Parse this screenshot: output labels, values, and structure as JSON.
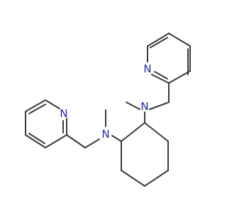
{
  "molecule": {
    "atoms": [
      {
        "id": "n_amine_top",
        "symbol": "N",
        "color": "#1f2aa8"
      },
      {
        "id": "n_amine_left",
        "symbol": "N",
        "color": "#1f2aa8"
      },
      {
        "id": "n_pyridine_top",
        "symbol": "N",
        "color": "#1f2aa8"
      },
      {
        "id": "n_pyridine_left",
        "symbol": "N",
        "color": "#1f2aa8"
      }
    ],
    "bond_color": "#3a3a3a",
    "background": "#ffffff"
  }
}
